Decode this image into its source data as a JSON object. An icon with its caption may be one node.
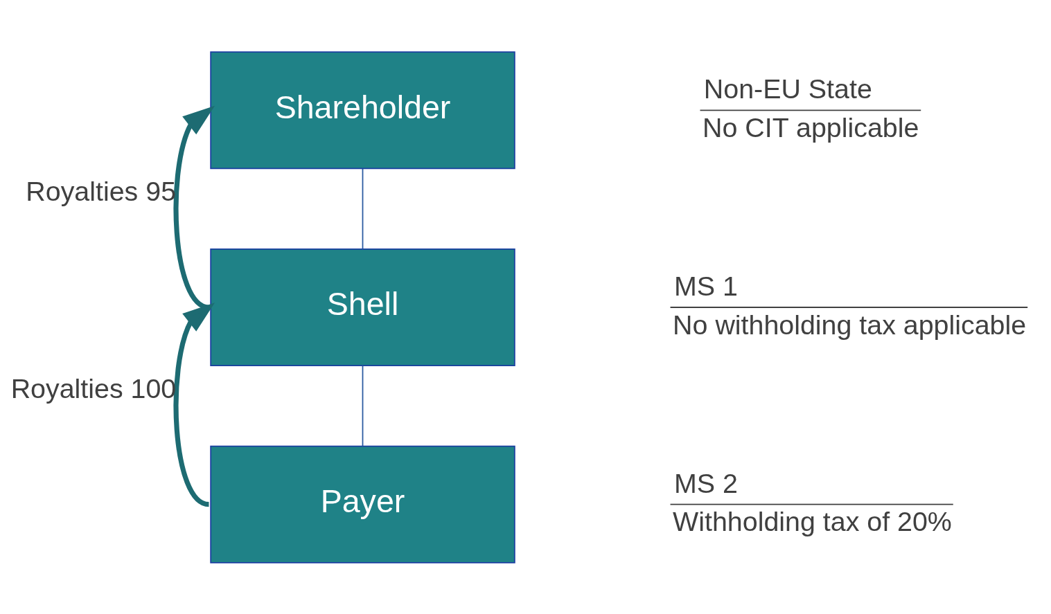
{
  "diagram": {
    "nodes": [
      {
        "text": [
          "Shareholder"
        ],
        "beside": [
          "Non-EU State",
          "No CIT applicable"
        ]
      },
      {
        "text": [
          "Shell"
        ],
        "beside": [
          "MS 1",
          "No withholding tax applicable"
        ]
      },
      {
        "text": [
          "Payer"
        ],
        "beside": [
          "MS 2",
          "Withholding tax of 20%"
        ]
      }
    ],
    "edges": [
      {
        "from": 0,
        "to": 1,
        "arrow": "none"
      },
      {
        "from": 1,
        "to": 2,
        "arrow": "none"
      },
      {
        "from": 1,
        "to": 0,
        "arrow": "to",
        "label": "Royalties 95",
        "style": "thick",
        "color": "#1d6b72"
      },
      {
        "from": 2,
        "to": 1,
        "arrow": "to",
        "label": "Royalties 100",
        "style": "thick",
        "color": "#1d6b72"
      }
    ]
  }
}
